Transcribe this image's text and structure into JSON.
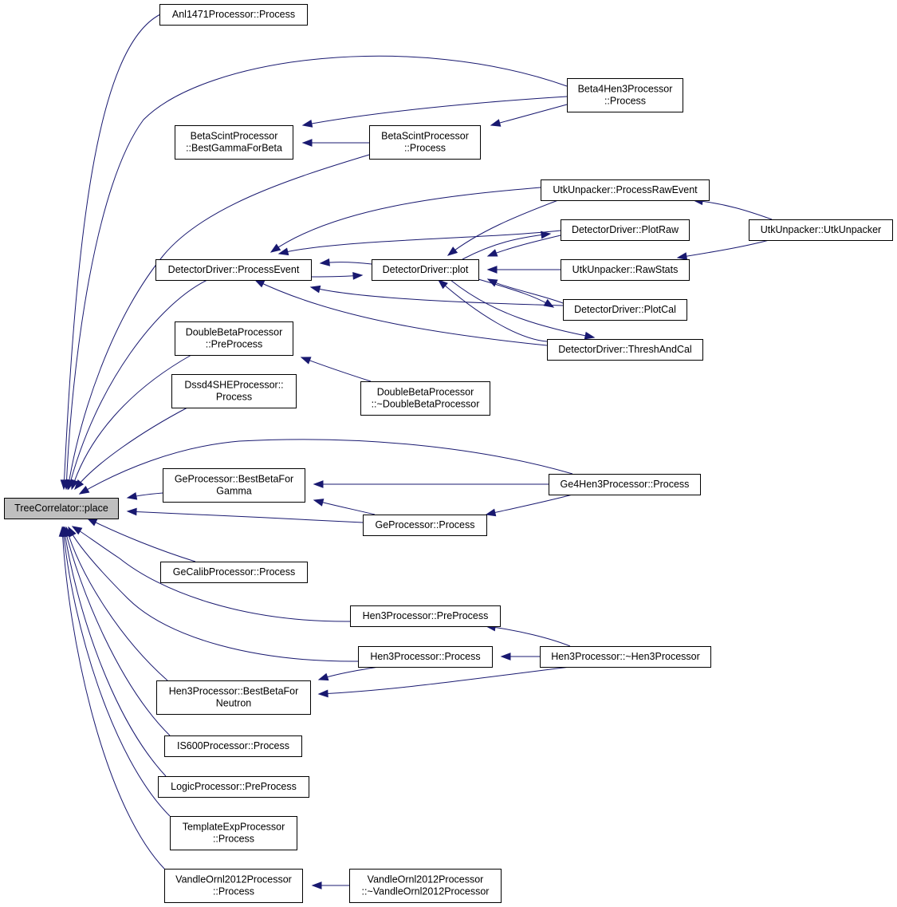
{
  "diagram": {
    "colors": {
      "edge": "#191970",
      "root_fill": "#bfbfbf",
      "node_fill": "#ffffff",
      "node_border": "#000000"
    },
    "nodes": [
      {
        "id": "n0",
        "lines": [
          "TreeCorrelator::place"
        ],
        "root": true
      },
      {
        "id": "n1",
        "lines": [
          "Anl1471Processor::Process"
        ]
      },
      {
        "id": "n2",
        "lines": [
          "BetaScintProcessor",
          "::BestGammaForBeta"
        ]
      },
      {
        "id": "n3",
        "lines": [
          "Beta4Hen3Processor",
          "::Process"
        ]
      },
      {
        "id": "n4",
        "lines": [
          "BetaScintProcessor",
          "::Process"
        ]
      },
      {
        "id": "n5",
        "lines": [
          "DetectorDriver::ProcessEvent"
        ]
      },
      {
        "id": "n6",
        "lines": [
          "DetectorDriver::plot"
        ]
      },
      {
        "id": "n7",
        "lines": [
          "UtkUnpacker::ProcessRawEvent"
        ]
      },
      {
        "id": "n8",
        "lines": [
          "DetectorDriver::PlotRaw"
        ]
      },
      {
        "id": "n9",
        "lines": [
          "UtkUnpacker::RawStats"
        ]
      },
      {
        "id": "n10",
        "lines": [
          "DetectorDriver::PlotCal"
        ]
      },
      {
        "id": "n11",
        "lines": [
          "DetectorDriver::ThreshAndCal"
        ]
      },
      {
        "id": "n12",
        "lines": [
          "UtkUnpacker::UtkUnpacker"
        ]
      },
      {
        "id": "n13",
        "lines": [
          "DoubleBetaProcessor",
          "::PreProcess"
        ]
      },
      {
        "id": "n14",
        "lines": [
          "DoubleBetaProcessor",
          "::~DoubleBetaProcessor"
        ]
      },
      {
        "id": "n15",
        "lines": [
          "Dssd4SHEProcessor::",
          "Process"
        ]
      },
      {
        "id": "n16",
        "lines": [
          "GeProcessor::BestBetaFor",
          "Gamma"
        ]
      },
      {
        "id": "n17",
        "lines": [
          "Ge4Hen3Processor::Process"
        ]
      },
      {
        "id": "n18",
        "lines": [
          "GeProcessor::Process"
        ]
      },
      {
        "id": "n19",
        "lines": [
          "GeCalibProcessor::Process"
        ]
      },
      {
        "id": "n20",
        "lines": [
          "Hen3Processor::PreProcess"
        ]
      },
      {
        "id": "n21",
        "lines": [
          "Hen3Processor::Process"
        ]
      },
      {
        "id": "n22",
        "lines": [
          "Hen3Processor::~Hen3Processor"
        ]
      },
      {
        "id": "n23",
        "lines": [
          "Hen3Processor::BestBetaFor",
          "Neutron"
        ]
      },
      {
        "id": "n24",
        "lines": [
          "IS600Processor::Process"
        ]
      },
      {
        "id": "n25",
        "lines": [
          "LogicProcessor::PreProcess"
        ]
      },
      {
        "id": "n26",
        "lines": [
          "TemplateExpProcessor",
          "::Process"
        ]
      },
      {
        "id": "n27",
        "lines": [
          "VandleOrnl2012Processor",
          "::Process"
        ]
      },
      {
        "id": "n28",
        "lines": [
          "VandleOrnl2012Processor",
          "::~VandleOrnl2012Processor"
        ]
      }
    ],
    "edges": [
      {
        "from": "n1",
        "to": "n0"
      },
      {
        "from": "n3",
        "to": "n0"
      },
      {
        "from": "n3",
        "to": "n2"
      },
      {
        "from": "n4",
        "to": "n2"
      },
      {
        "from": "n4",
        "to": "n0"
      },
      {
        "from": "n3",
        "to": "n4"
      },
      {
        "from": "n5",
        "to": "n0"
      },
      {
        "from": "n7",
        "to": "n5"
      },
      {
        "from": "n8",
        "to": "n5"
      },
      {
        "from": "n6",
        "to": "n5"
      },
      {
        "from": "n5",
        "to": "n6"
      },
      {
        "from": "n10",
        "to": "n5"
      },
      {
        "from": "n11",
        "to": "n5"
      },
      {
        "from": "n7",
        "to": "n6"
      },
      {
        "from": "n8",
        "to": "n6"
      },
      {
        "from": "n6",
        "to": "n8"
      },
      {
        "from": "n9",
        "to": "n6"
      },
      {
        "from": "n10",
        "to": "n6"
      },
      {
        "from": "n6",
        "to": "n10"
      },
      {
        "from": "n11",
        "to": "n6"
      },
      {
        "from": "n6",
        "to": "n11"
      },
      {
        "from": "n12",
        "to": "n7"
      },
      {
        "from": "n12",
        "to": "n9"
      },
      {
        "from": "n13",
        "to": "n0"
      },
      {
        "from": "n14",
        "to": "n13"
      },
      {
        "from": "n15",
        "to": "n0"
      },
      {
        "from": "n16",
        "to": "n0"
      },
      {
        "from": "n17",
        "to": "n0"
      },
      {
        "from": "n17",
        "to": "n16"
      },
      {
        "from": "n17",
        "to": "n18"
      },
      {
        "from": "n18",
        "to": "n16"
      },
      {
        "from": "n18",
        "to": "n0"
      },
      {
        "from": "n19",
        "to": "n0"
      },
      {
        "from": "n20",
        "to": "n0"
      },
      {
        "from": "n22",
        "to": "n20"
      },
      {
        "from": "n21",
        "to": "n0"
      },
      {
        "from": "n21",
        "to": "n23"
      },
      {
        "from": "n22",
        "to": "n21"
      },
      {
        "from": "n22",
        "to": "n23"
      },
      {
        "from": "n23",
        "to": "n0"
      },
      {
        "from": "n24",
        "to": "n0"
      },
      {
        "from": "n25",
        "to": "n0"
      },
      {
        "from": "n26",
        "to": "n0"
      },
      {
        "from": "n27",
        "to": "n0"
      },
      {
        "from": "n28",
        "to": "n27"
      }
    ]
  }
}
